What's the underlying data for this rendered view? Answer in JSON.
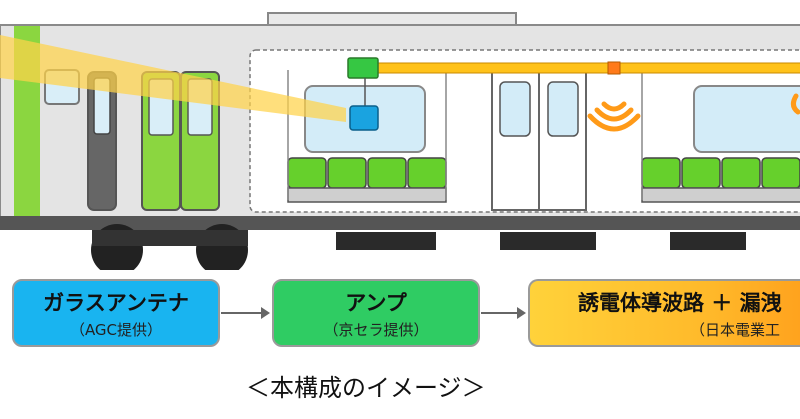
{
  "diagram": {
    "boxes": {
      "glass_antenna": {
        "title": "ガラスアンテナ",
        "subtitle": "（AGC提供）"
      },
      "amplifier": {
        "title": "アンプ",
        "subtitle": "（京セラ提供）"
      },
      "waveguide": {
        "title": "誘電体導波路 ＋ 漏洩",
        "subtitle": "（日本電業工"
      }
    },
    "caption": "＜本構成のイメージ＞"
  },
  "colors": {
    "train_body": "#e6e6e6",
    "seat_green": "#66d02c",
    "cab_green": "#8bd640",
    "window_blue": "#d3ecf8",
    "waveguide_yellow": "#ffc21a",
    "antenna_blue": "#1aa3e0",
    "amp_green": "#36c743",
    "signal_orange": "#ff9a18"
  },
  "icons": [
    "signal-waves-icon",
    "amplifier-icon",
    "glass-antenna-icon"
  ]
}
